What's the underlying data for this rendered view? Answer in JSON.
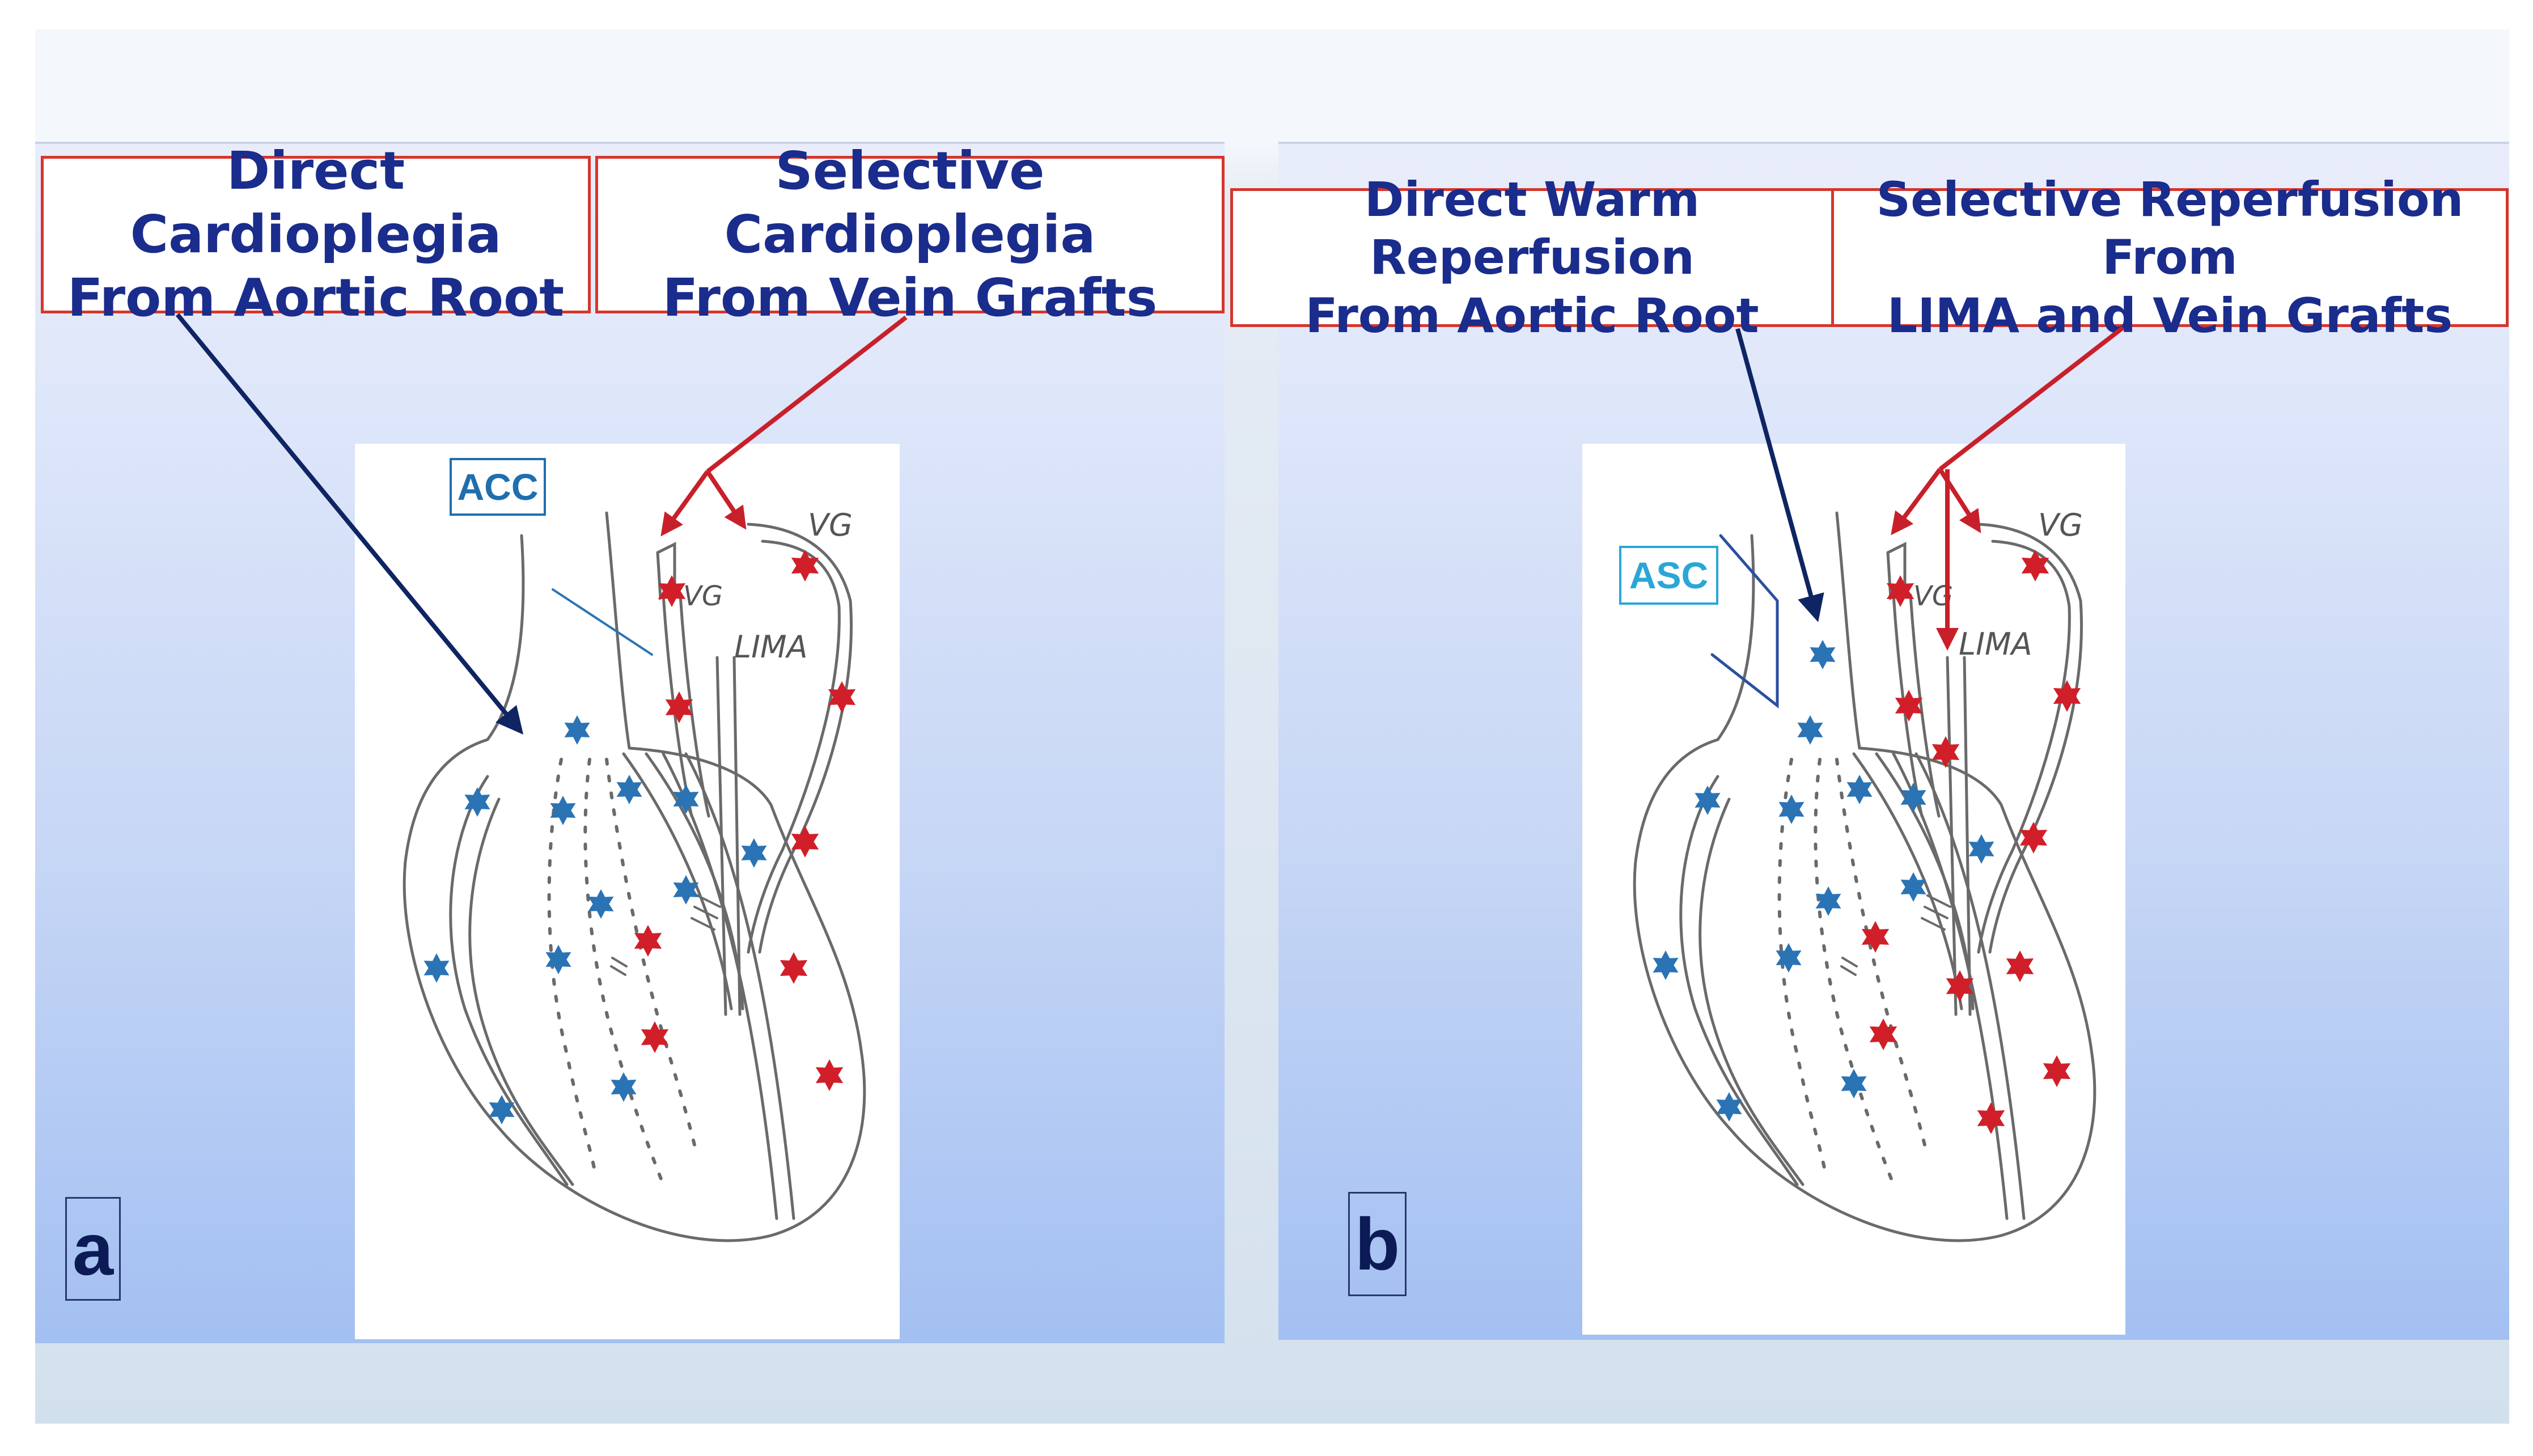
{
  "panel_a": {
    "letter": "a",
    "label_left": {
      "line1": "Direct Cardioplegia",
      "line2": "From Aortic Root"
    },
    "label_right": {
      "line1": "Selective Cardioplegia",
      "line2": "From Vein Grafts"
    },
    "tag": "ACC",
    "sketch_labels": {
      "vg_top": "VG",
      "vg_inner": "VG",
      "lima": "LIMA"
    }
  },
  "panel_b": {
    "letter": "b",
    "label_left": {
      "line1": "Direct Warm Reperfusion",
      "line2": "From Aortic Root"
    },
    "label_right": {
      "line1": "Selective Reperfusion From",
      "line2": "LIMA and  Vein Grafts"
    },
    "tag": "ASC",
    "sketch_labels": {
      "vg_top": "VG",
      "vg_inner": "VG",
      "lima": "LIMA"
    }
  },
  "colors": {
    "arrow_direct": "#0f2463",
    "arrow_selective": "#c8202a",
    "star_blue": "#2a73b5",
    "star_red": "#d01f29",
    "tag_acc": "#1f6fae",
    "tag_asc": "#2aa7d6"
  }
}
